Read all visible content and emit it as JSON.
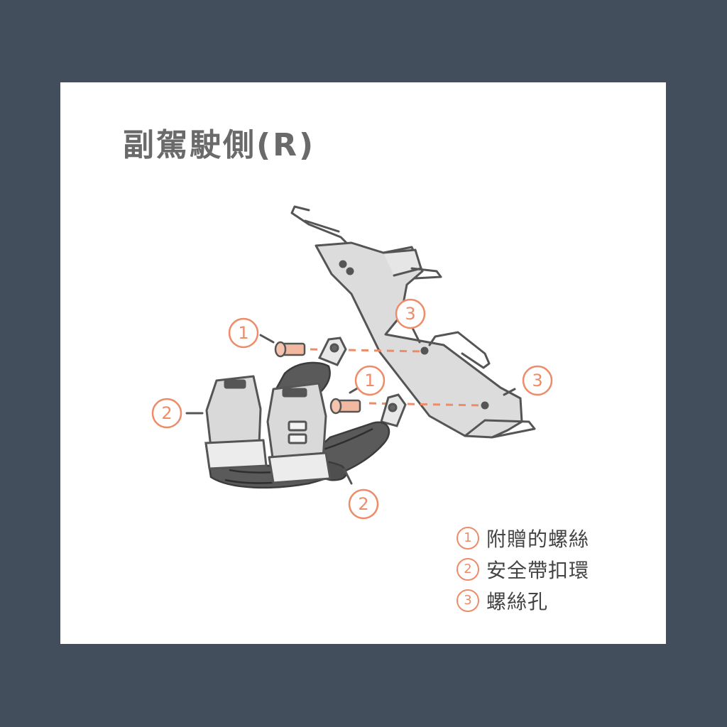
{
  "title": "副駕駛側(R)",
  "colors": {
    "background": "#424e5c",
    "card": "#ffffff",
    "accent": "#ee8c6a",
    "bracket_fill": "#dcdcdc",
    "strap": "#555555",
    "outline": "#555555"
  },
  "callouts": [
    "1",
    "2",
    "2",
    "1",
    "3",
    "3"
  ],
  "legend": [
    {
      "num": "1",
      "label": "附贈的螺絲"
    },
    {
      "num": "2",
      "label": "安全帶扣環"
    },
    {
      "num": "3",
      "label": "螺絲孔"
    }
  ]
}
